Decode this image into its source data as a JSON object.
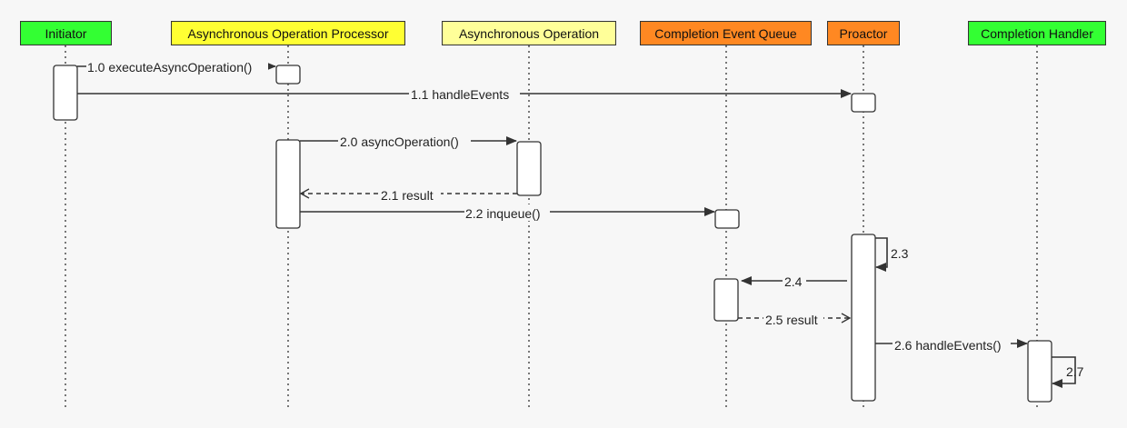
{
  "colors": {
    "initiator": "#33ff33",
    "processor": "#ffff33",
    "operation": "#ffff99",
    "queue": "#ff8822",
    "proactor": "#ff8822",
    "handler": "#33ff33",
    "line": "#333333",
    "background": "#f7f7f7"
  },
  "actors": {
    "initiator": "Initiator",
    "processor": "Asynchronous Operation Processor",
    "operation": "Asynchronous Operation",
    "queue": "Completion Event Queue",
    "proactor": "Proactor",
    "handler": "Completion Handler"
  },
  "messages": {
    "m10": "1.0 executeAsyncOperation()",
    "m11": "1.1 handleEvents",
    "m20": "2.0 asyncOperation()",
    "m21": "2.1 result",
    "m22": "2.2 inqueue()",
    "m23": "2.3",
    "m24": "2.4",
    "m25": "2.5 result",
    "m26": "2.6 handleEvents()",
    "m27": "2.7"
  }
}
